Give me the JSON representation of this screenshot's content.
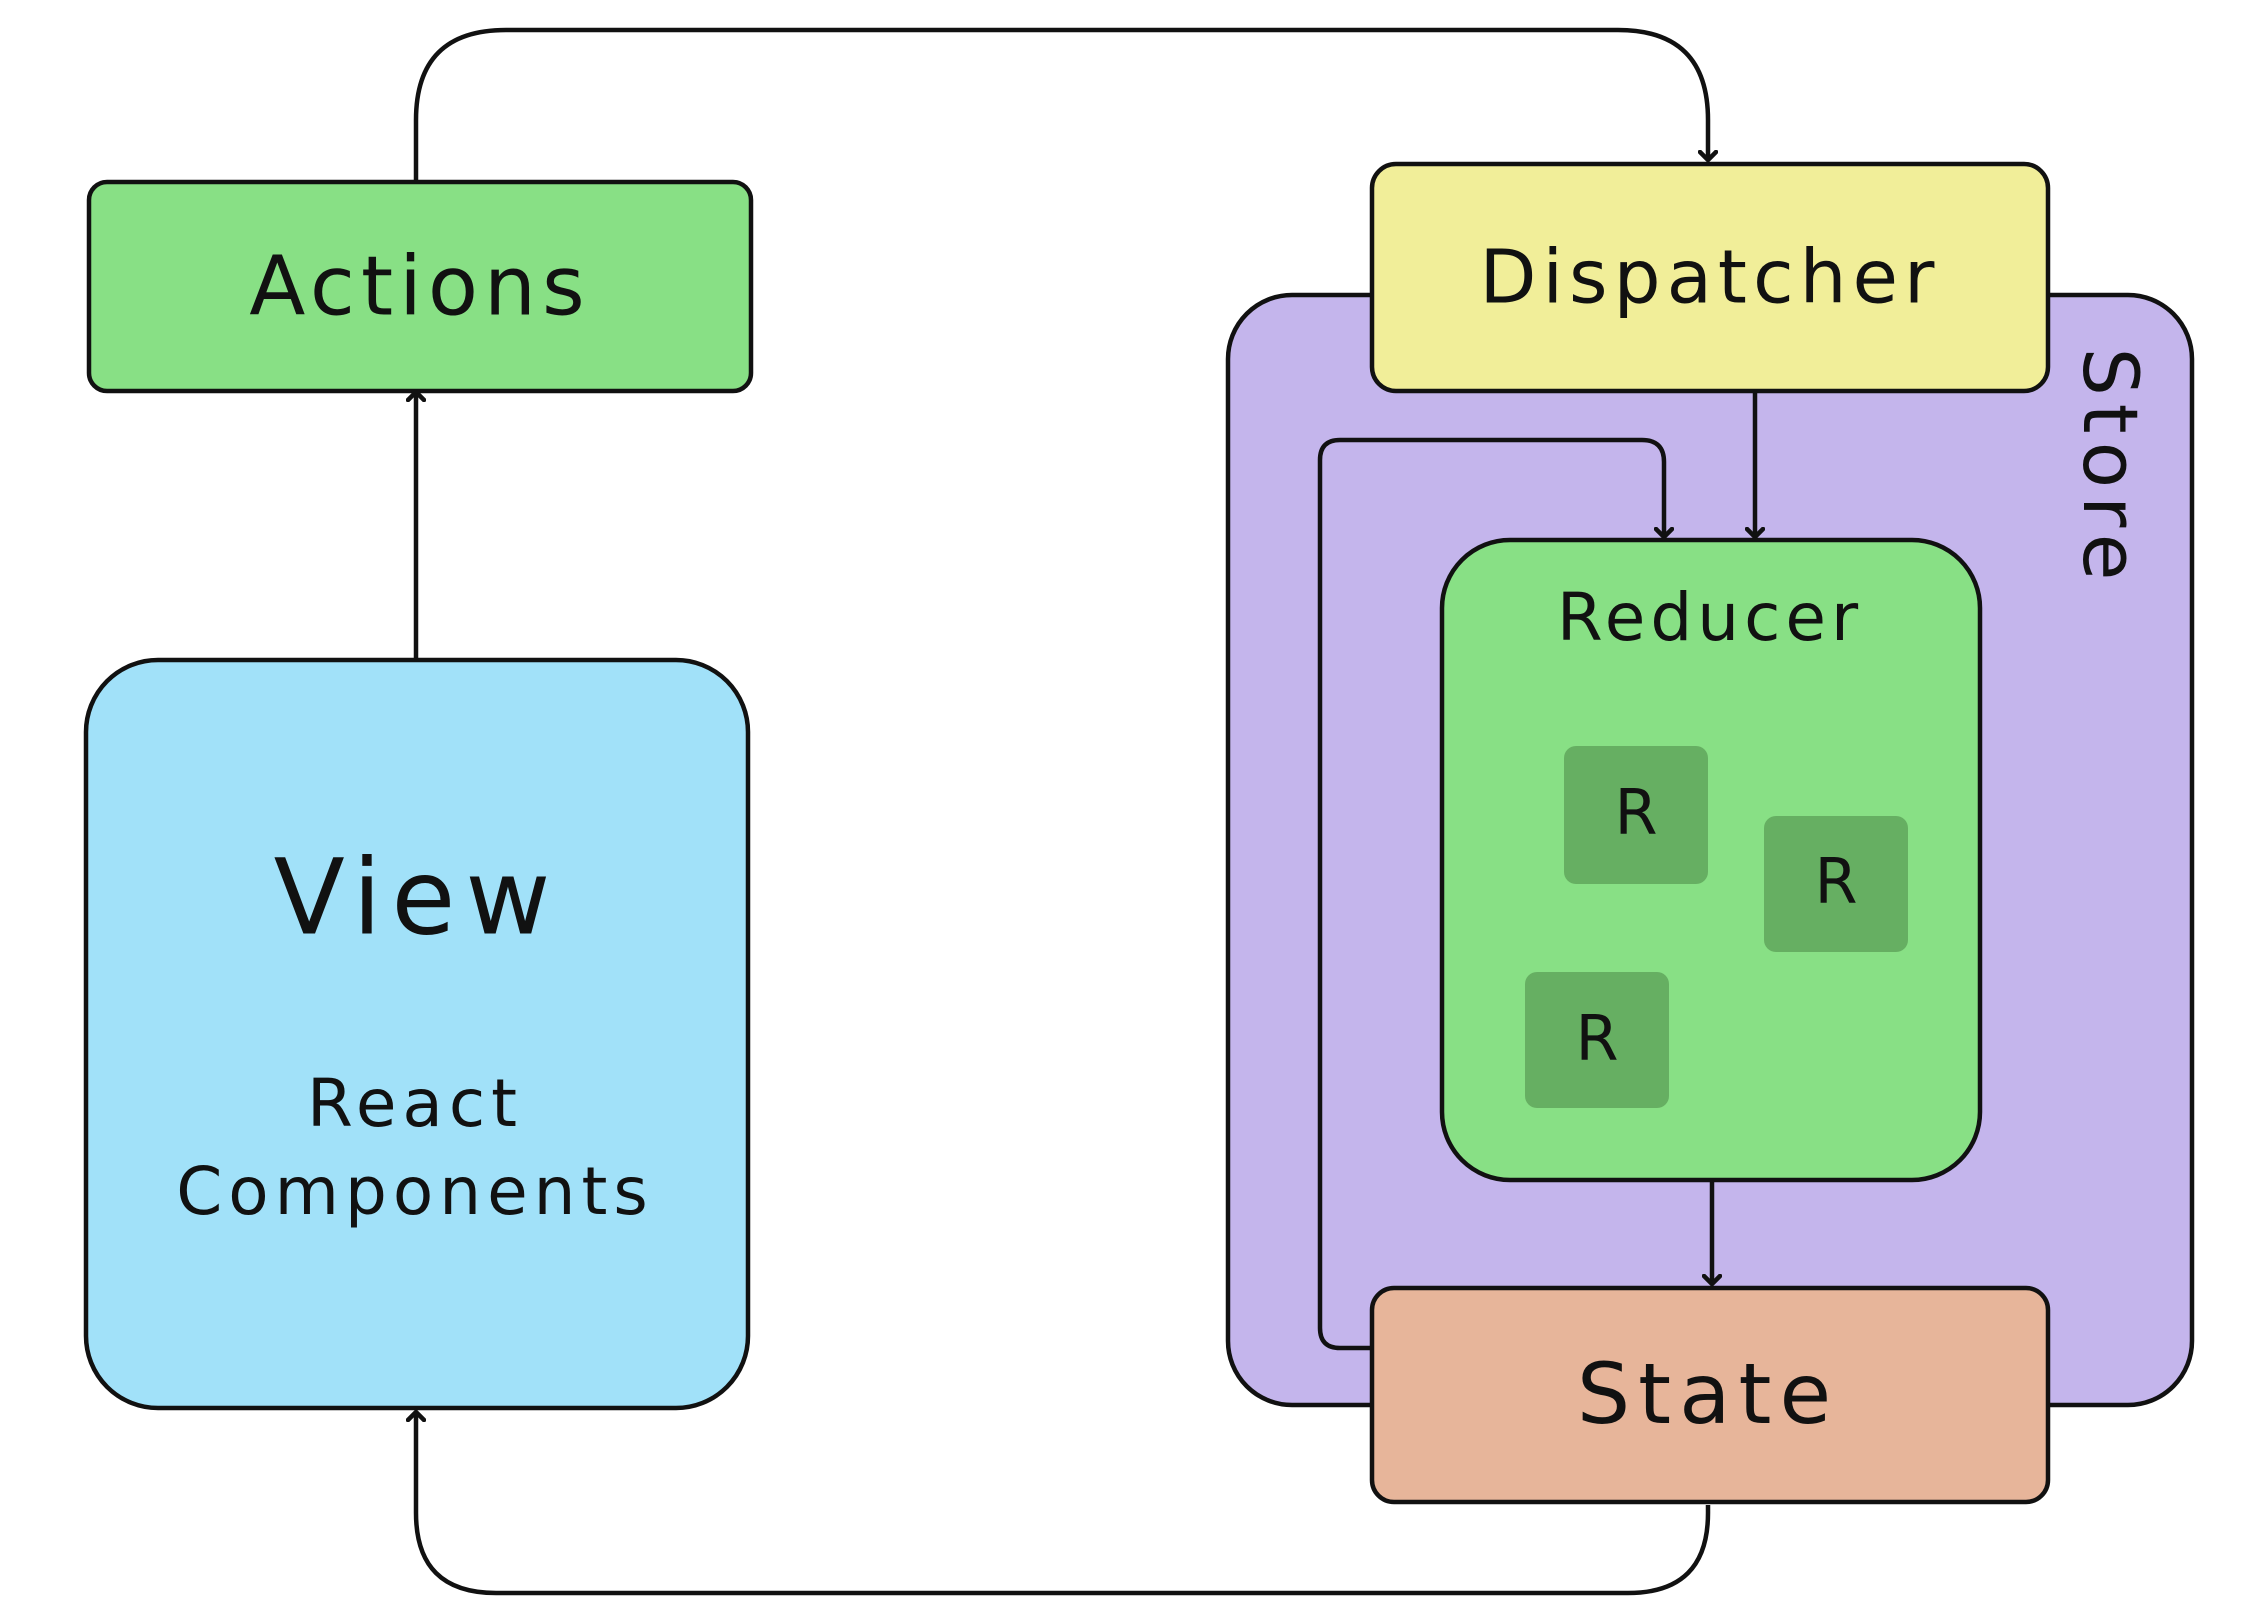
{
  "diagram": {
    "actions": {
      "label": "Actions"
    },
    "view": {
      "title": "View",
      "subtitle_line1": "React",
      "subtitle_line2": "Components"
    },
    "store": {
      "label": "Store"
    },
    "dispatcher": {
      "label": "Dispatcher"
    },
    "reducer": {
      "label": "Reducer",
      "sub_reducers": [
        "R",
        "R",
        "R"
      ]
    },
    "state": {
      "label": "State"
    }
  },
  "colors": {
    "actions": "#88E085",
    "view": "#A1E1F9",
    "store": "#C4B5EC",
    "dispatcher": "#F1EE99",
    "reducer": "#88E085",
    "sub_reducer": "#66AF62",
    "state": "#E7B59A",
    "stroke": "#111111"
  }
}
